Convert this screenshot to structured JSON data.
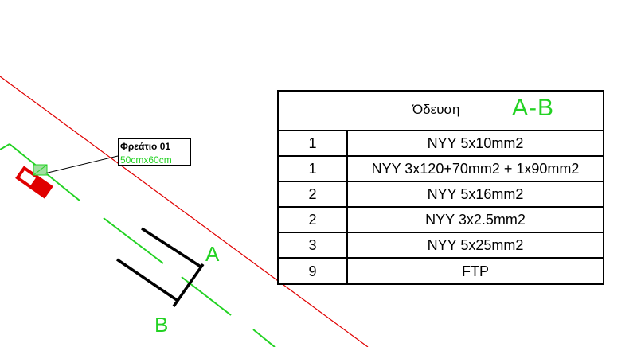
{
  "table": {
    "title": "Όδευση",
    "route": "A-B",
    "rows": [
      {
        "qty": "1",
        "desc": "NYY 5x10mm2"
      },
      {
        "qty": "1",
        "desc": "NYY 3x120+70mm2 + 1x90mm2"
      },
      {
        "qty": "2",
        "desc": "NYY 5x16mm2"
      },
      {
        "qty": "2",
        "desc": "NYY 3x2.5mm2"
      },
      {
        "qty": "3",
        "desc": "NYY 5x25mm2"
      },
      {
        "qty": "9",
        "desc": "FTP"
      }
    ]
  },
  "callout": {
    "name": "Φρεάτιο 01",
    "size": "50cmx60cm"
  },
  "labels": {
    "point_a": "A",
    "point_b": "B"
  },
  "colors": {
    "green": "#23d223",
    "red": "#e00000",
    "black": "#000000"
  }
}
